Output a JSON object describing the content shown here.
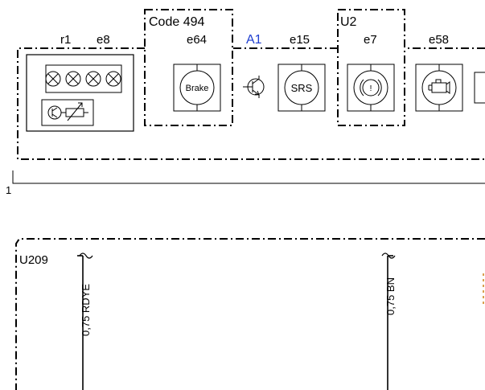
{
  "diagram": {
    "code_box_label": "Code 494",
    "u2_box_label": "U2",
    "module_label": "U209",
    "ref_number": "1",
    "components": [
      {
        "id": "r1",
        "label": "r1"
      },
      {
        "id": "e8",
        "label": "e8"
      },
      {
        "id": "e64",
        "label": "e64",
        "symbol_text": "Brake"
      },
      {
        "id": "a1",
        "label": "A1"
      },
      {
        "id": "e15",
        "label": "e15",
        "symbol_text": "SRS"
      },
      {
        "id": "e7",
        "label": "e7",
        "symbol_text": "!"
      },
      {
        "id": "e58",
        "label": "e58"
      }
    ],
    "wires": [
      {
        "label": "0,75 RDYE"
      },
      {
        "label": "0,75 BN"
      }
    ]
  },
  "colors": {
    "line": "#000000",
    "a1_label": "#1f3fd0",
    "wire_stub": "#d9a050",
    "background": "#ffffff"
  }
}
